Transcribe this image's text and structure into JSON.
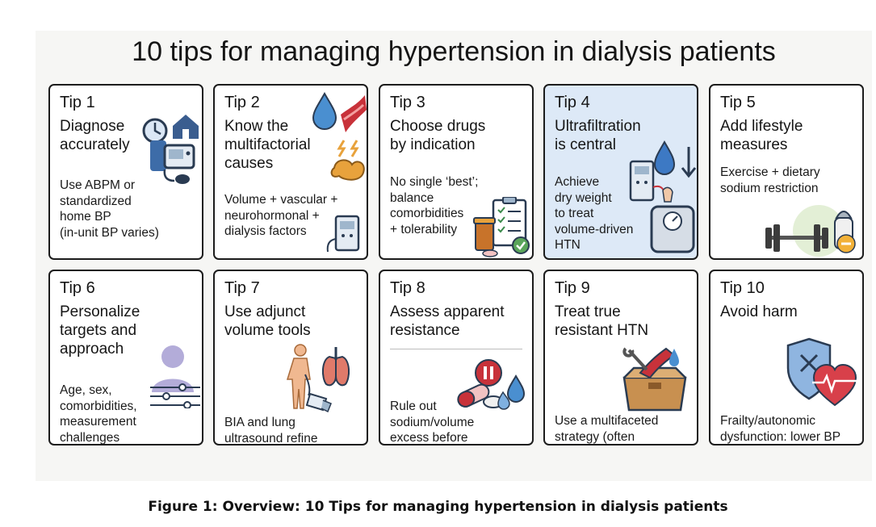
{
  "title": "10 tips for managing hypertension in dialysis patients",
  "caption": "Figure 1: Overview: 10 Tips for managing hypertension in dialysis patients",
  "colors": {
    "highlight": "#dde9f7",
    "border": "#1c1c1c",
    "blue": "#4a7fc0",
    "red": "#c8323a",
    "orange": "#e8a23c"
  },
  "tips": [
    {
      "label": "Tip 1",
      "heading": "Diagnose\naccurately",
      "desc": "Use ABPM or\nstandardized\nhome BP\n(in-unit BP varies)",
      "icon": "bp-monitor-clock-home-icon"
    },
    {
      "label": "Tip 2",
      "heading": "Know the\nmultifactorial\ncauses",
      "desc": "Volume + vascular +\nneurohormonal +\ndialysis factors",
      "icon": "drop-vessel-kidney-machine-icon"
    },
    {
      "label": "Tip 3",
      "heading": "Choose drugs\nby indication",
      "desc": "No single ‘best’;\nbalance\ncomorbidities\n+ tolerability",
      "icon": "pill-bottle-checklist-icon"
    },
    {
      "label": "Tip 4",
      "heading": "Ultrafiltration\nis central",
      "desc": "Achieve\ndry weight\nto treat\nvolume-driven\nHTN",
      "icon": "dialysis-scale-drop-icon"
    },
    {
      "label": "Tip 5",
      "heading": "Add lifestyle\nmeasures",
      "desc": "Exercise + dietary\nsodium restriction",
      "icon": "dumbbell-salt-icon"
    },
    {
      "label": "Tip 6",
      "heading": "Personalize\ntargets and\napproach",
      "desc": "Age, sex,\ncomorbidities,\nmeasurement\nchallenges",
      "icon": "person-sliders-icon"
    },
    {
      "label": "Tip 7",
      "heading": "Use adjunct\nvolume tools",
      "desc": "BIA and lung\nultrasound refine\nassessment",
      "icon": "body-lungs-ultrasound-icon"
    },
    {
      "label": "Tip 8",
      "heading": "Assess apparent\nresistance",
      "desc": "Rule out\nsodium/volume\nexcess before\nadding drugs",
      "icon": "pills-drops-icon"
    },
    {
      "label": "Tip 9",
      "heading": "Treat true\nresistant HTN",
      "desc": "Use a multifaceted\nstrategy (often\nmultiple drivers)",
      "icon": "toolbox-icon"
    },
    {
      "label": "Tip 10",
      "heading": "Avoid harm",
      "desc": "Frailty/autonomic\ndysfunction: lower BP\ncautiously",
      "icon": "shield-heart-icon"
    }
  ]
}
